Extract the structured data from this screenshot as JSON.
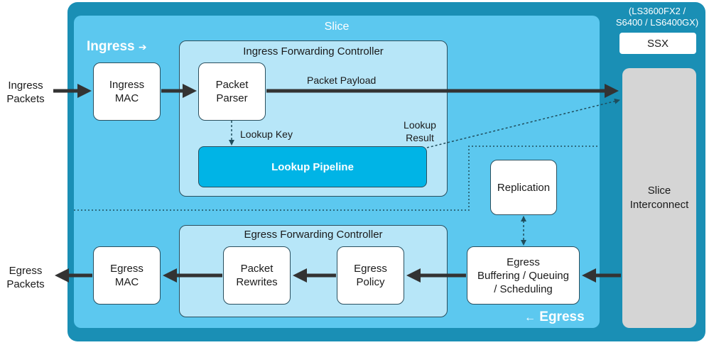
{
  "platform_note": "(LS3600FX2 /\nS6400 / LS6400GX)",
  "ssx_label": "SSX",
  "slice_title": "Slice",
  "ingress_label": "Ingress",
  "ingress_arrow": "➔",
  "egress_arrow": "←",
  "egress_label": "Egress",
  "ingress_packets": "Ingress\nPackets",
  "egress_packets": "Egress\nPackets",
  "ingress_controller_title": "Ingress Forwarding Controller",
  "egress_controller_title": "Egress Forwarding Controller",
  "blocks": {
    "ingress_mac": "Ingress\nMAC",
    "packet_parser": "Packet\nParser",
    "lookup_pipeline": "Lookup Pipeline",
    "replication": "Replication",
    "egress_buffering": "Egress\nBuffering / Queuing\n/ Scheduling",
    "egress_policy": "Egress\nPolicy",
    "packet_rewrites": "Packet\nRewrites",
    "egress_mac": "Egress\nMAC",
    "slice_interconnect": "Slice\nInterconnect"
  },
  "edge_labels": {
    "packet_payload": "Packet Payload",
    "lookup_key": "Lookup Key",
    "lookup_result": "Lookup\nResult"
  },
  "colors": {
    "outer_frame": "#1a8fb5",
    "slice_bg": "#5cc8ef",
    "controller_bg": "#b7e6f8",
    "lookup_pipeline": "#00b4e6",
    "interconnect": "#d5d5d5",
    "arrow": "#333333"
  }
}
